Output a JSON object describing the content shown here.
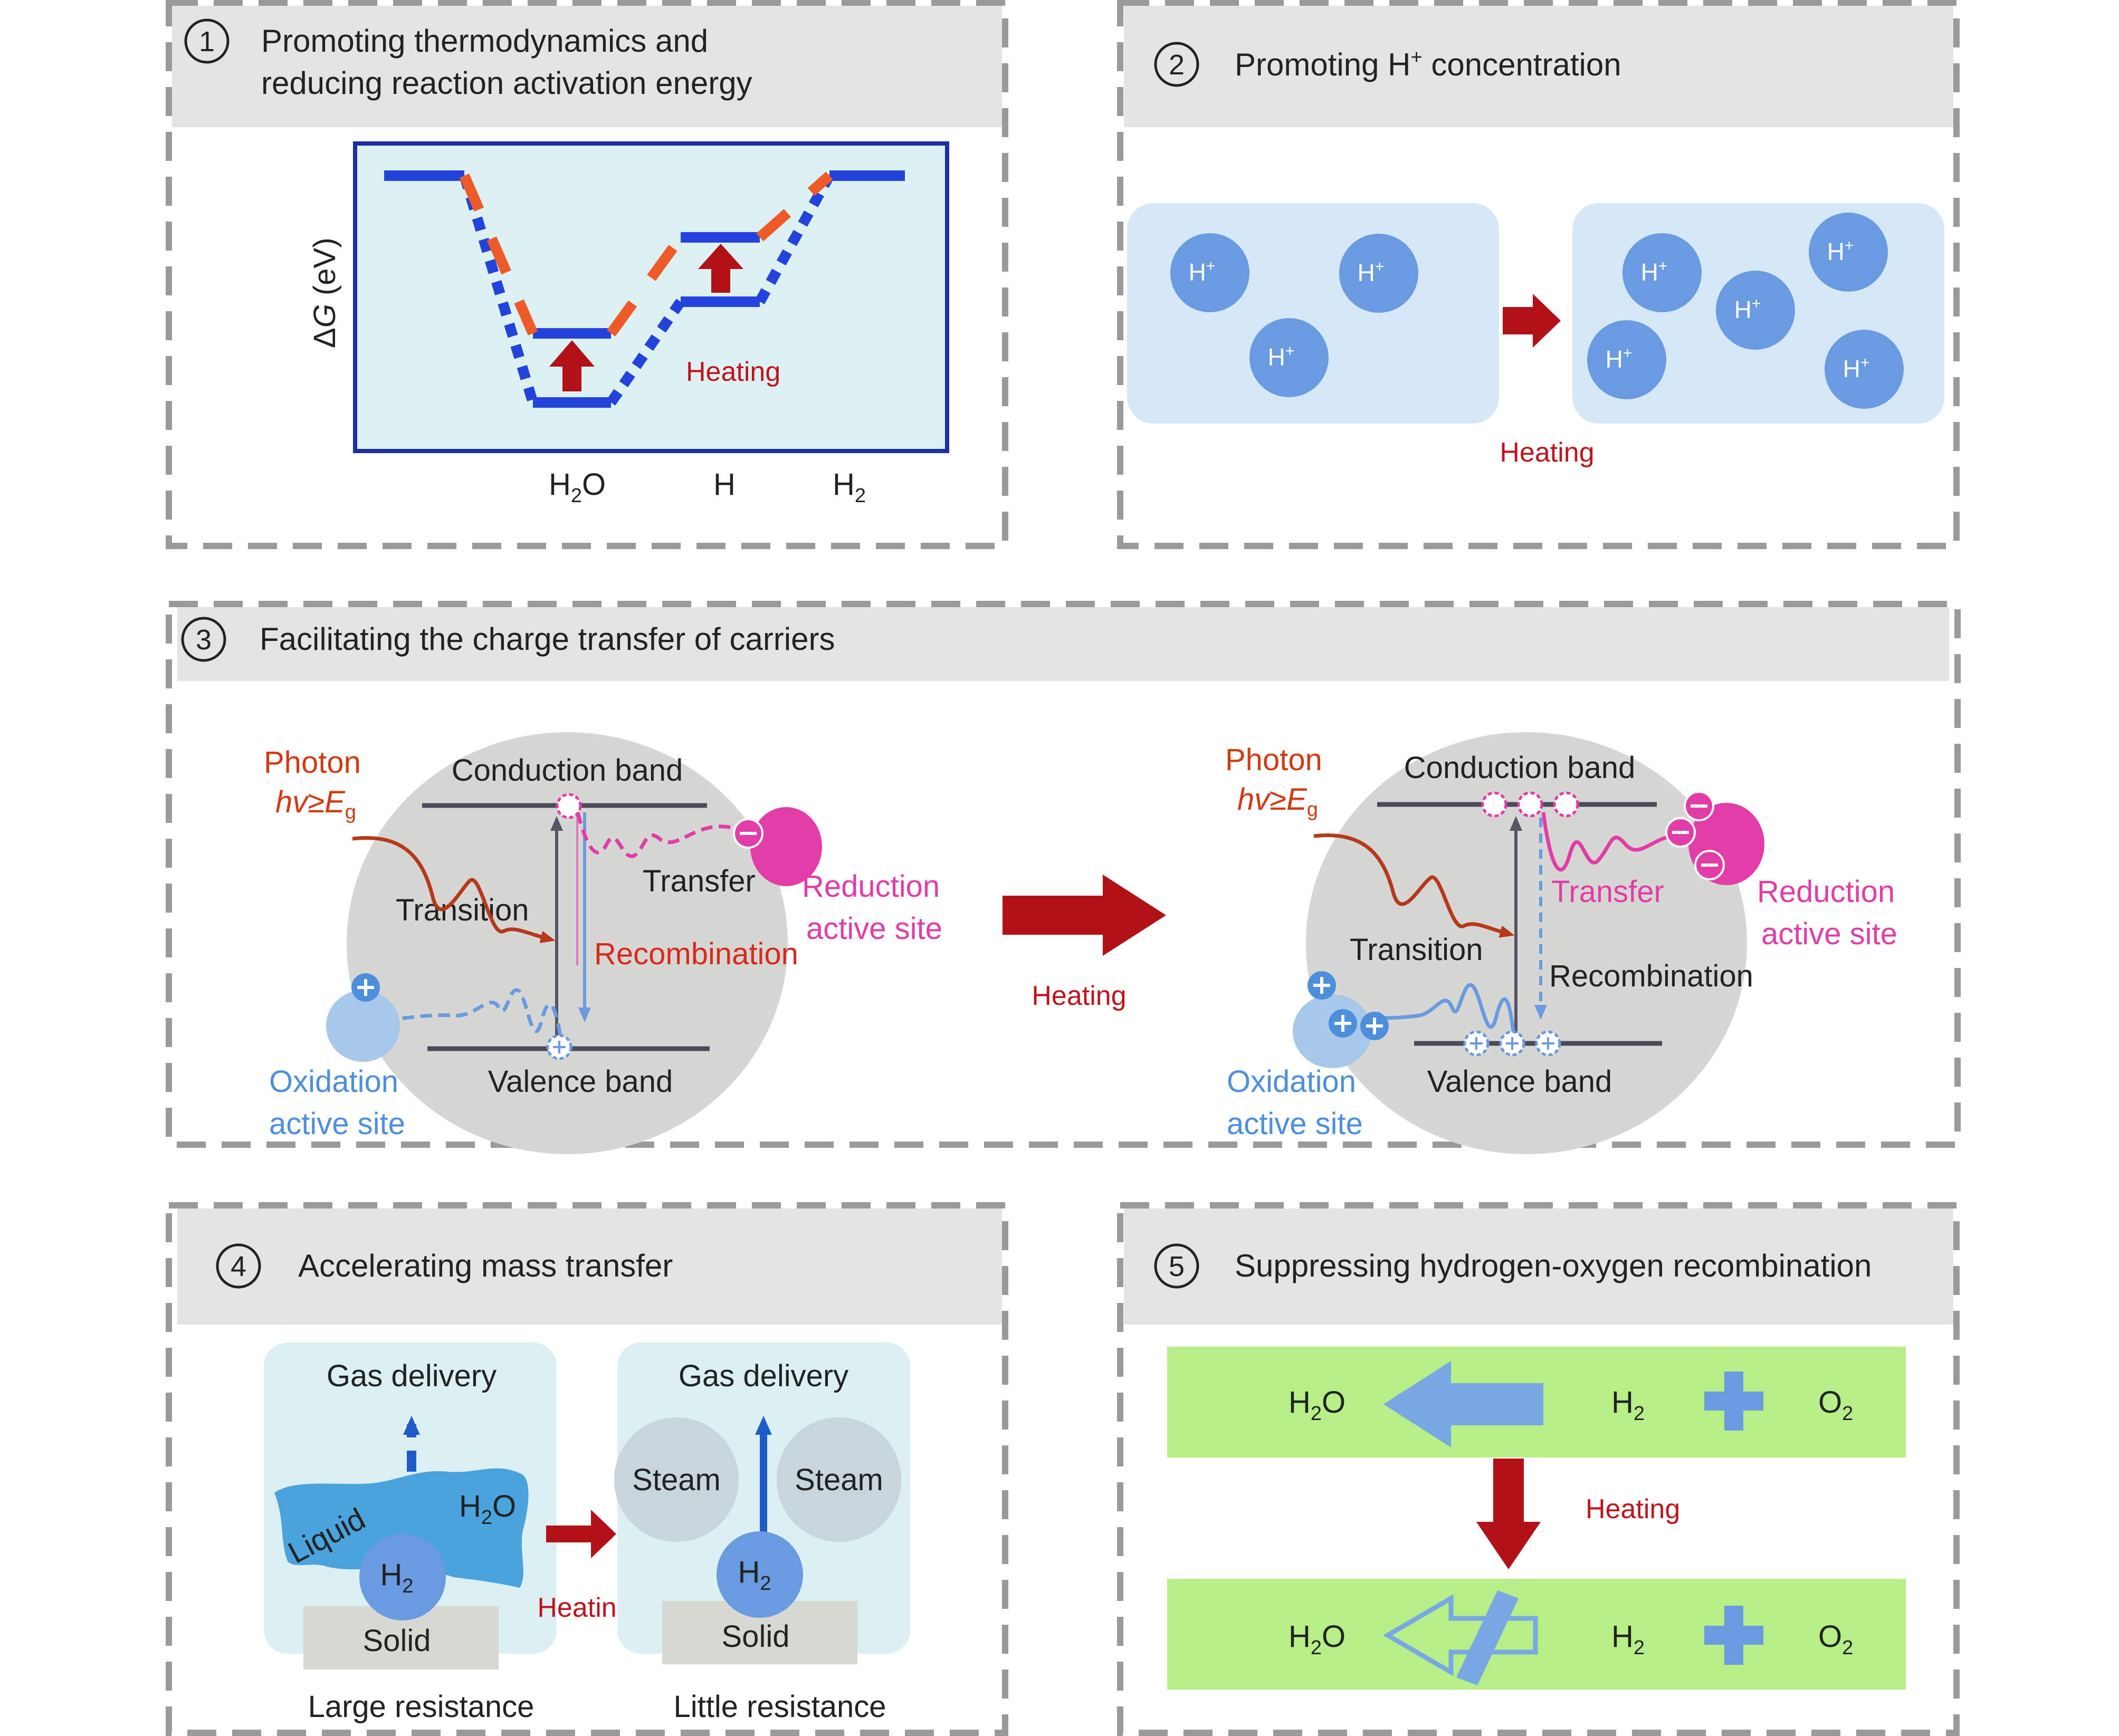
{
  "panel1": {
    "number": "1",
    "title_line1": "Promoting thermodynamics and",
    "title_line2": "reducing reaction activation energy",
    "ylabel_prefix": "Δ",
    "ylabel_var": "G",
    "ylabel_suffix": " (eV)",
    "heating": "Heating",
    "x_labels": [
      {
        "main": "H",
        "sub": "2",
        "tail": "O"
      },
      {
        "main": "H",
        "sub": "",
        "tail": ""
      },
      {
        "main": "H",
        "sub": "2",
        "tail": ""
      }
    ]
  },
  "panel2": {
    "number": "2",
    "title_prefix": "Promoting H",
    "title_sup": "+",
    "title_suffix": " concentration",
    "ion_main": "H",
    "ion_sup": "+",
    "heating": "Heating"
  },
  "panel3": {
    "number": "3",
    "title": "Facilitating the charge transfer of carriers",
    "photon": "Photon",
    "photon_eq_var": "hv",
    "photon_eq_op": "≥",
    "photon_eq_E": "E",
    "photon_eq_sub": "g",
    "conduction_band": "Conduction band",
    "valence_band": "Valence band",
    "transition": "Transition",
    "transfer": "Transfer",
    "recombination": "Recombination",
    "reduction_line1": "Reduction",
    "reduction_line2": "active site",
    "oxidation_line1": "Oxidation",
    "oxidation_line2": "active site",
    "heating": "Heating"
  },
  "panel4": {
    "number": "4",
    "title": "Accelerating mass transfer",
    "gas_delivery": "Gas delivery",
    "liquid": "Liquid",
    "water_main": "H",
    "water_sub": "2",
    "water_tail": "O",
    "h2_main": "H",
    "h2_sub": "2",
    "solid": "Solid",
    "steam": "Steam",
    "heating": "Heating",
    "large_resistance": "Large resistance",
    "little_resistance": "Little resistance"
  },
  "panel5": {
    "number": "5",
    "title": "Suppressing hydrogen-oxygen recombination",
    "water_main": "H",
    "water_sub": "2",
    "water_tail": "O",
    "h2_main": "H",
    "h2_sub": "2",
    "o2_main": "O",
    "o2_sub": "2",
    "heating": "Heating"
  },
  "colors": {
    "header_gray": "#e4e4e4",
    "dash_gray": "#9a9a9a",
    "energy_blue": "#2244dd",
    "energy_orange": "#ee5a28",
    "heat_red": "#b01218",
    "ion_blue": "#6a9ae0",
    "magenta": "#e23da6",
    "light_blue": "#4d8fdc",
    "green_bar": "#b8ee88"
  }
}
